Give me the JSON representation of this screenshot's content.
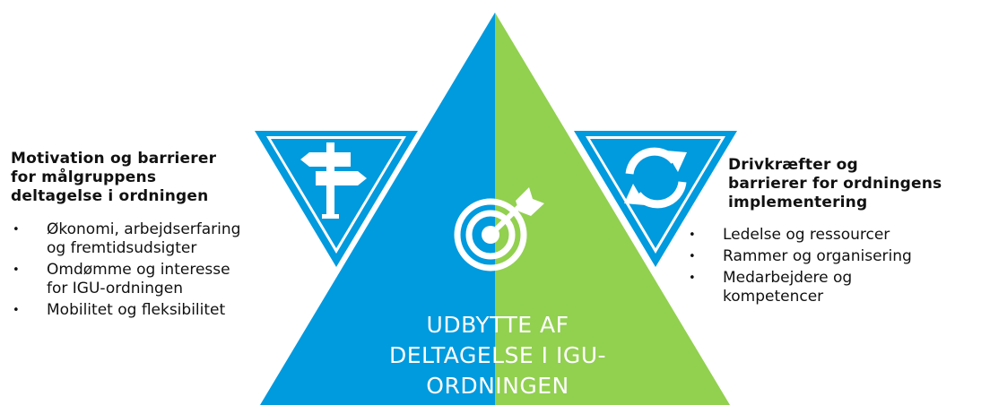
{
  "colors": {
    "blue": "#009ADE",
    "green": "#92D050",
    "white": "#FFFFFF",
    "text": "#111111"
  },
  "left": {
    "heading": [
      "Motivation  og barrierer",
      "for målgruppens",
      "deltagelse  i ordningen"
    ],
    "bullets": [
      "Økonomi, arbejdserfaring\nog fremtidsudsigter",
      "Omdømme og interesse\nfor IGU-ordningen",
      "Mobilitet og fleksibilitet"
    ],
    "icon": "signpost-icon"
  },
  "right": {
    "heading": [
      "Drivkræfter og",
      "barrierer for ordningens",
      "implementering"
    ],
    "bullets": [
      "Ledelse og ressourcer",
      "Rammer og organisering",
      "Medarbejdere og\nkompetencer"
    ],
    "icon": "refresh-arrows-icon"
  },
  "center": {
    "title": [
      "UDBYTTE AF",
      "DELTAGELSE I IGU-",
      "ORDNINGEN"
    ],
    "icon": "target-arrow-icon"
  }
}
